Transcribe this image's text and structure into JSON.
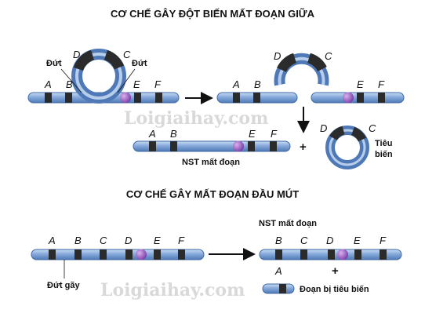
{
  "titles": {
    "interstitial": "CƠ CHẾ GÂY ĐỘT BIẾN MẤT ĐOẠN GIỮA",
    "terminal": "CƠ CHẾ GÂY MẤT ĐOẠN ĐẦU MÚT"
  },
  "genes": {
    "a": "A",
    "b": "B",
    "c": "C",
    "d": "D",
    "e": "E",
    "f": "F"
  },
  "labels": {
    "break": "Đứt",
    "deleted_chromosome": "NST mất đoạn",
    "micronucleus_line1": "Tiêu",
    "micronucleus_line2": "biến",
    "break_point": "Đứt gãy",
    "fragment": "Đoạn bị tiêu biến"
  },
  "symbols": {
    "plus": "+"
  },
  "watermark": "Loigiaihay.com",
  "colors": {
    "chromosome_fill": "#7fa3d6",
    "chromosome_edge": "#3f6aa5",
    "band": "#2b2b2b",
    "centromere": "#9a58c8"
  }
}
